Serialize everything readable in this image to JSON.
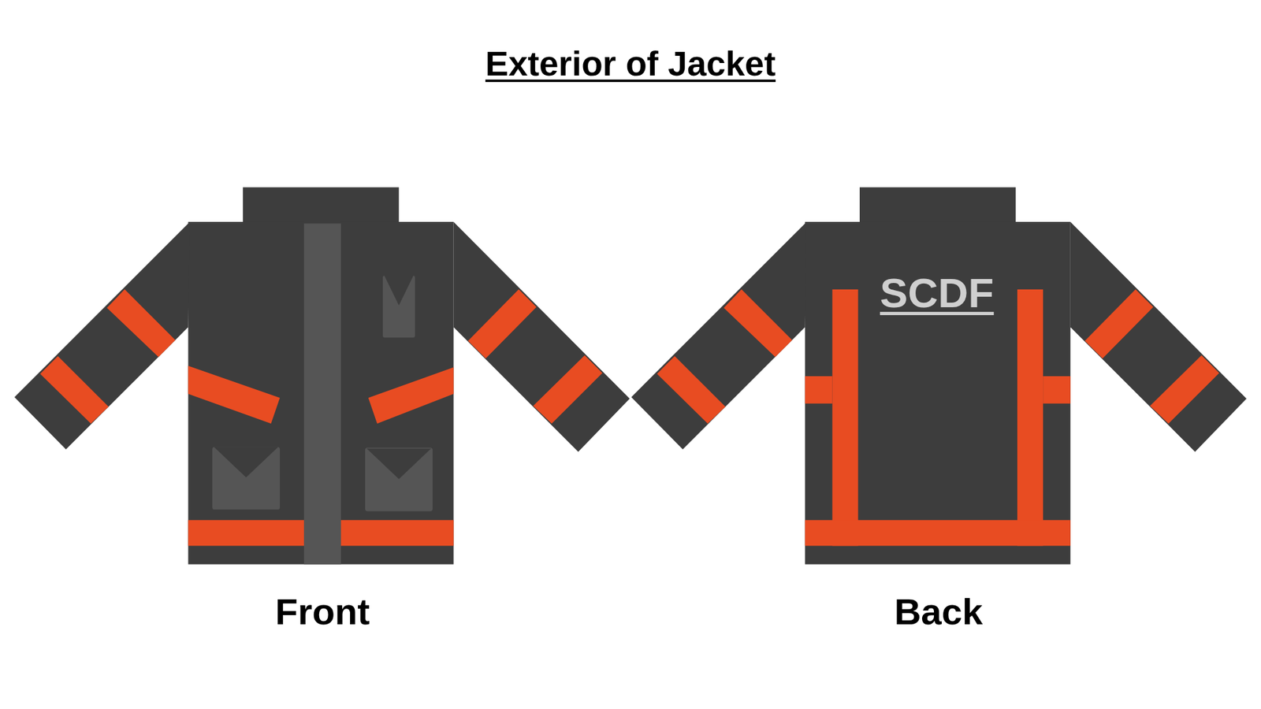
{
  "diagram": {
    "title": "Exterior of Jacket",
    "labels": [
      "SCDF",
      "Front",
      "Back"
    ]
  }
}
